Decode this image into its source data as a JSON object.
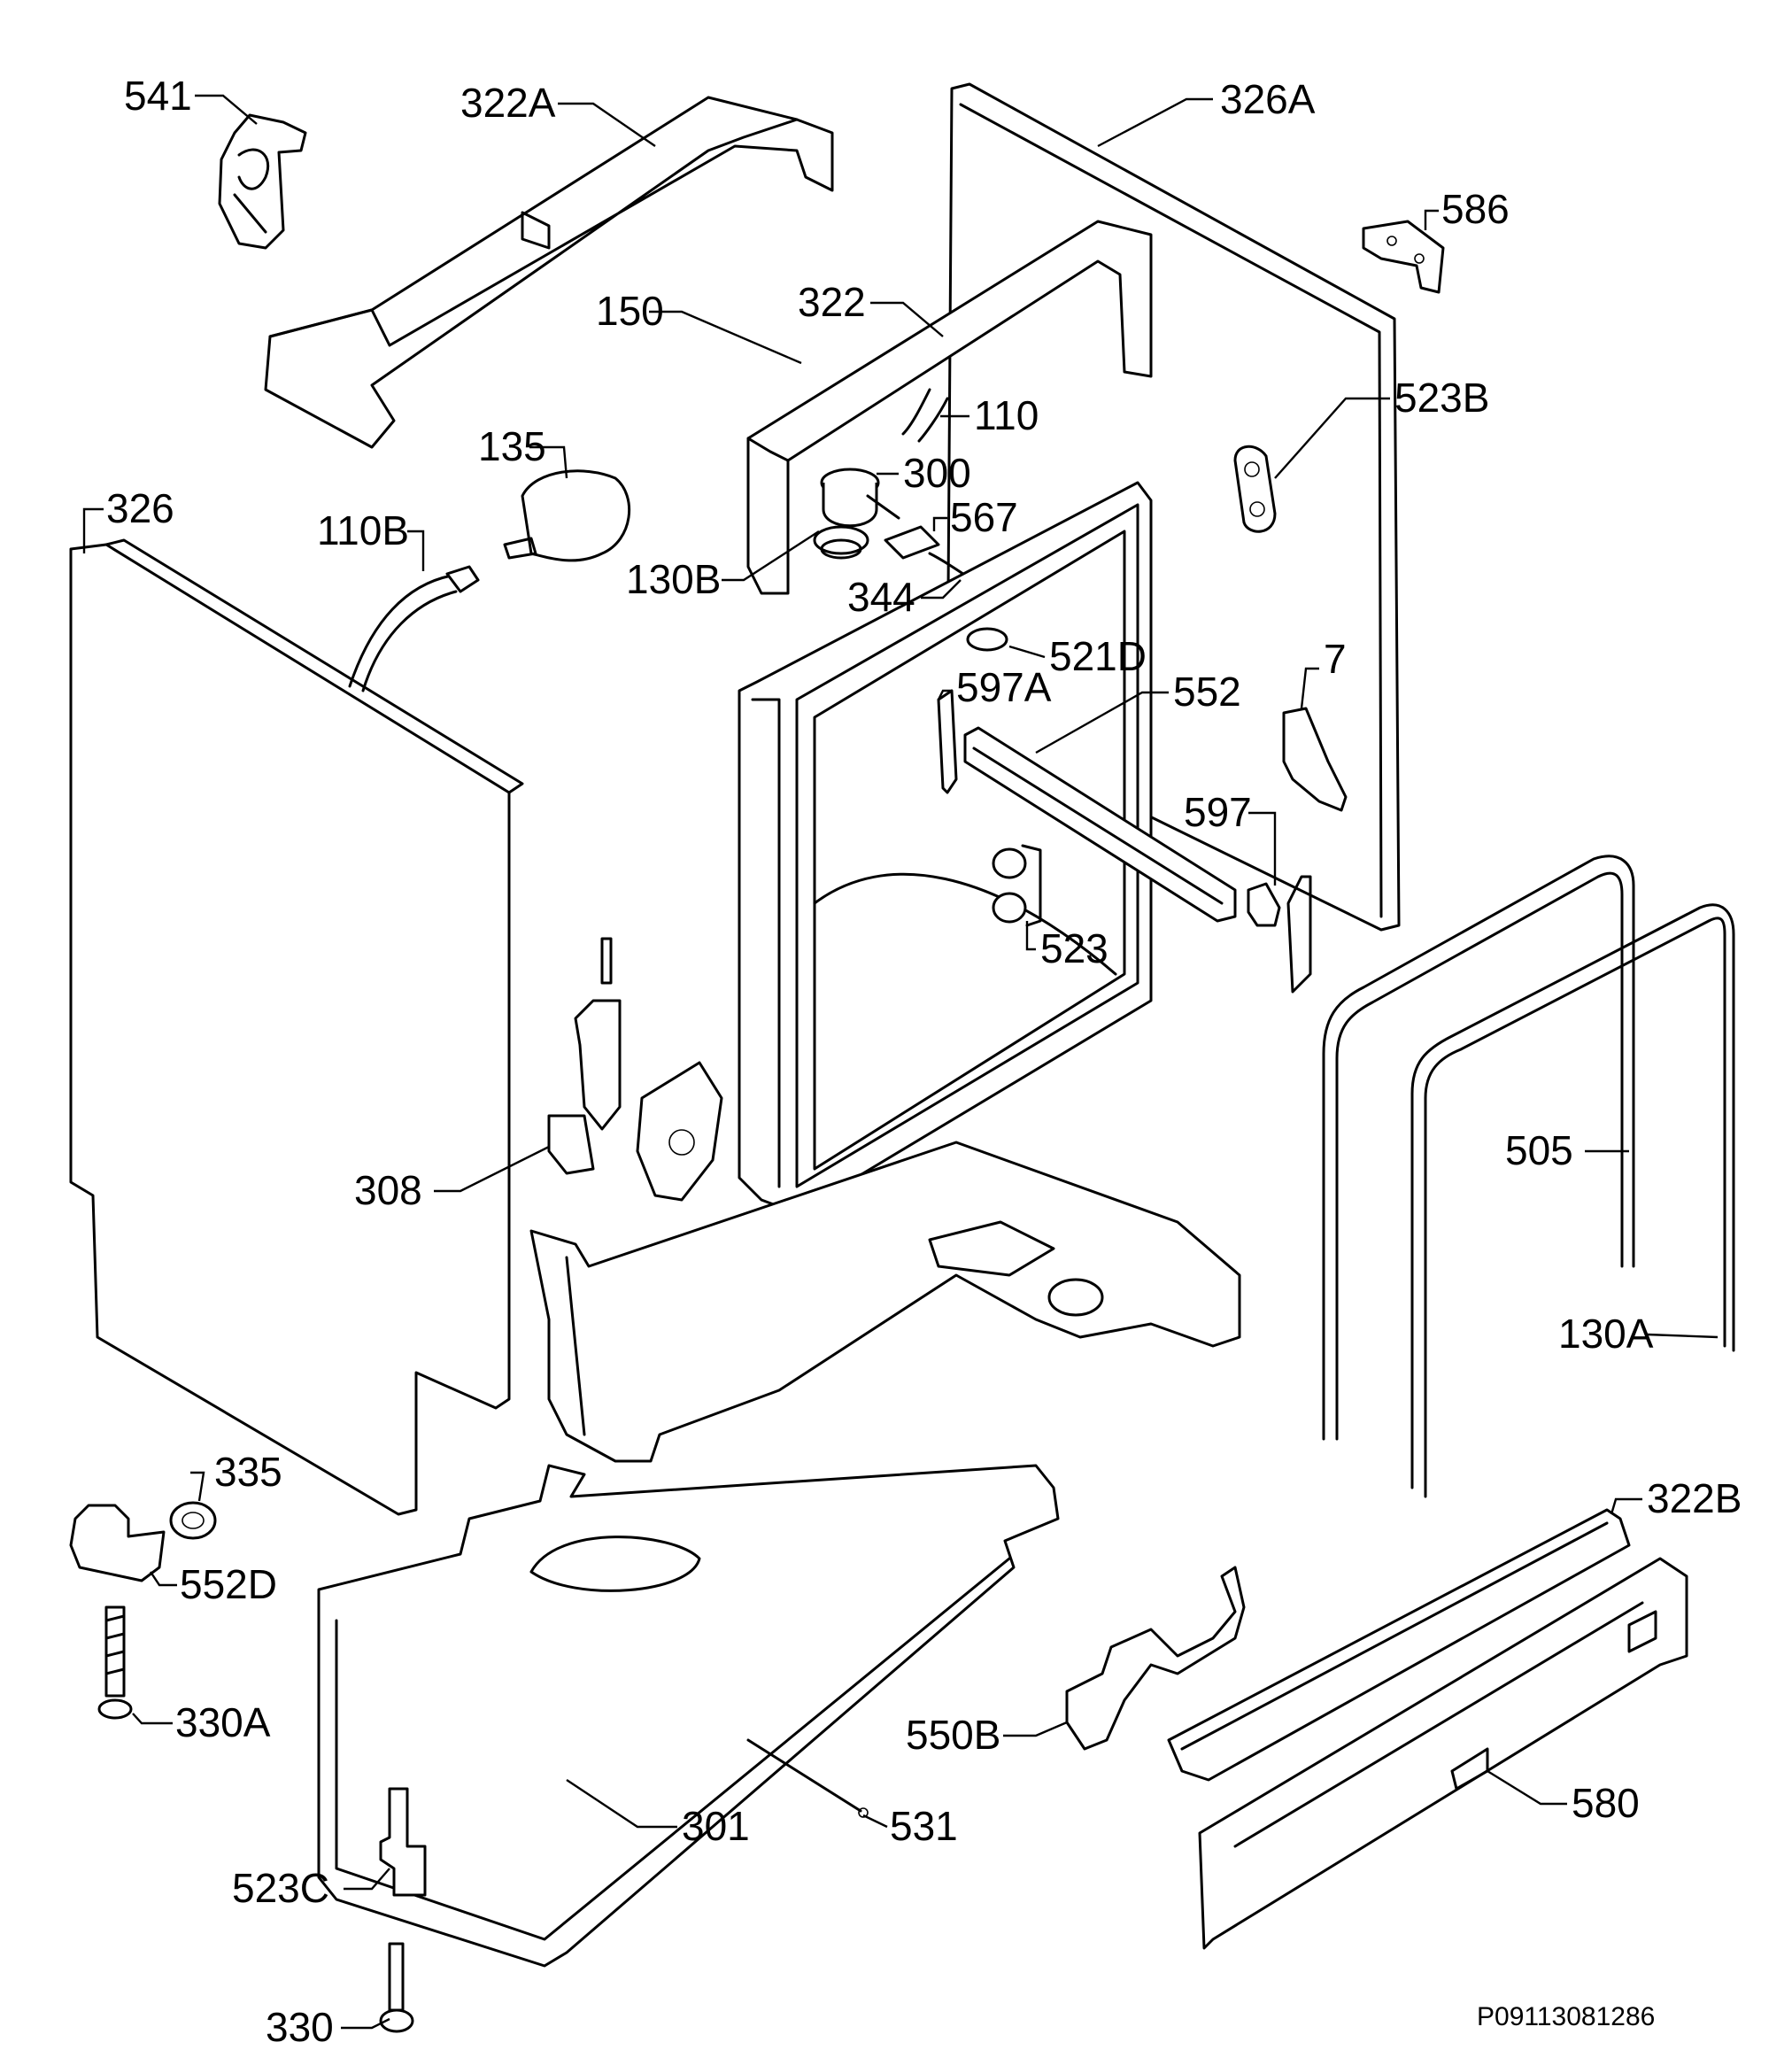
{
  "labels": {
    "p541": "541",
    "p322A": "322A",
    "p326A": "326A",
    "p586": "586",
    "p150": "150",
    "p322": "322",
    "p110": "110",
    "p523B": "523B",
    "p135": "135",
    "p300": "300",
    "p326": "326",
    "p110B": "110B",
    "p567": "567",
    "p130B": "130B",
    "p344": "344",
    "p521D": "521D",
    "p7": "7",
    "p597A": "597A",
    "p552": "552",
    "p597": "597",
    "p523": "523",
    "p505": "505",
    "p308": "308",
    "p130A": "130A",
    "p335": "335",
    "p322B": "322B",
    "p552D": "552D",
    "p330A": "330A",
    "p550B": "550B",
    "p580": "580",
    "p301": "301",
    "p531": "531",
    "p523C": "523C",
    "p330": "330"
  },
  "reference": "P09113081286"
}
